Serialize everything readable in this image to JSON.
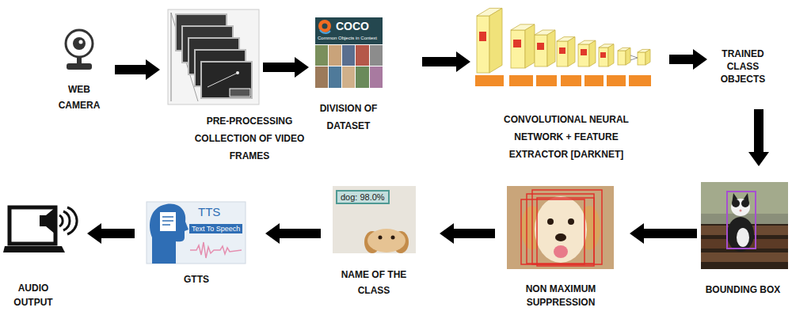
{
  "diagram": {
    "nodes": [
      {
        "text": [
          "WEB CAMERA"
        ]
      },
      {
        "text": [
          "PRE-PROCESSING COLLECTION OF VIDEO FRAMES"
        ]
      },
      {
        "text": [
          "DIVISION OF DATASET"
        ]
      },
      {
        "text": [
          "CONVOLUTIONAL NEURAL NETWORK + FEATURE EXTRACTOR [DARKNET]"
        ]
      },
      {
        "text": [
          "TRAINED CLASS OBJECTS"
        ]
      },
      {
        "text": [
          "BOUNDING BOX"
        ]
      },
      {
        "text": [
          "NON MAXIMUM SUPPRESSION"
        ]
      },
      {
        "text": [
          "NAME OF THE CLASS"
        ]
      },
      {
        "text": [
          "GTTS"
        ]
      },
      {
        "text": [
          "AUDIO OUTPUT"
        ]
      }
    ],
    "edges": [
      {
        "from": 0,
        "to": 1,
        "arrow": "to"
      },
      {
        "from": 1,
        "to": 2,
        "arrow": "to"
      },
      {
        "from": 2,
        "to": 3,
        "arrow": "to"
      },
      {
        "from": 3,
        "to": 4,
        "arrow": "to"
      },
      {
        "from": 4,
        "to": 5,
        "arrow": "to"
      },
      {
        "from": 5,
        "to": 6,
        "arrow": "to"
      },
      {
        "from": 6,
        "to": 7,
        "arrow": "to"
      },
      {
        "from": 7,
        "to": 8,
        "arrow": "to"
      },
      {
        "from": 8,
        "to": 9,
        "arrow": "to"
      }
    ],
    "labels": [
      "COCO",
      "Common Objects in Context",
      "dog: 98.0%",
      "TTS",
      "Text To Speech"
    ]
  }
}
